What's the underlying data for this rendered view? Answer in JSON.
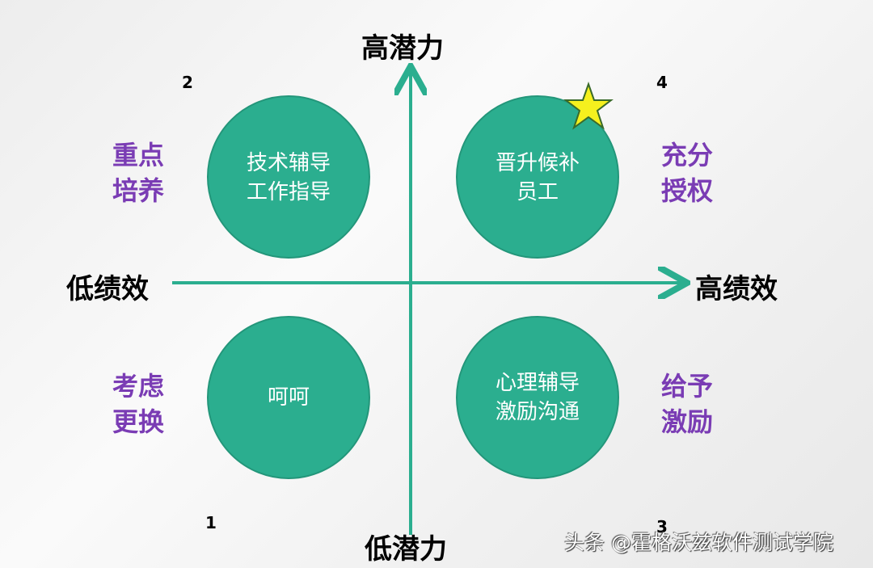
{
  "axes": {
    "y_top": "高潜力",
    "y_bottom": "低潜力",
    "x_left": "低绩效",
    "x_right": "高绩效"
  },
  "colors": {
    "circle": "#2bae8f",
    "axis": "#2bae8f",
    "action": "#7a3cb4",
    "star": "#f5f01e"
  },
  "quadrants": [
    {
      "number": "2",
      "action_lines": [
        "重点",
        "培养"
      ],
      "circle_lines": [
        "技术辅导",
        "工作指导"
      ]
    },
    {
      "number": "4",
      "action_lines": [
        "充分",
        "授权"
      ],
      "circle_lines": [
        "晋升候补",
        "员工"
      ],
      "star": true
    },
    {
      "number": "1",
      "action_lines": [
        "考虑",
        "更换"
      ],
      "circle_lines": [
        "呵呵"
      ]
    },
    {
      "number": "3",
      "action_lines": [
        "给予",
        "激励"
      ],
      "circle_lines": [
        "心理辅导",
        "激励沟通"
      ]
    }
  ],
  "watermark": "头条 @霍格沃兹软件测试学院"
}
